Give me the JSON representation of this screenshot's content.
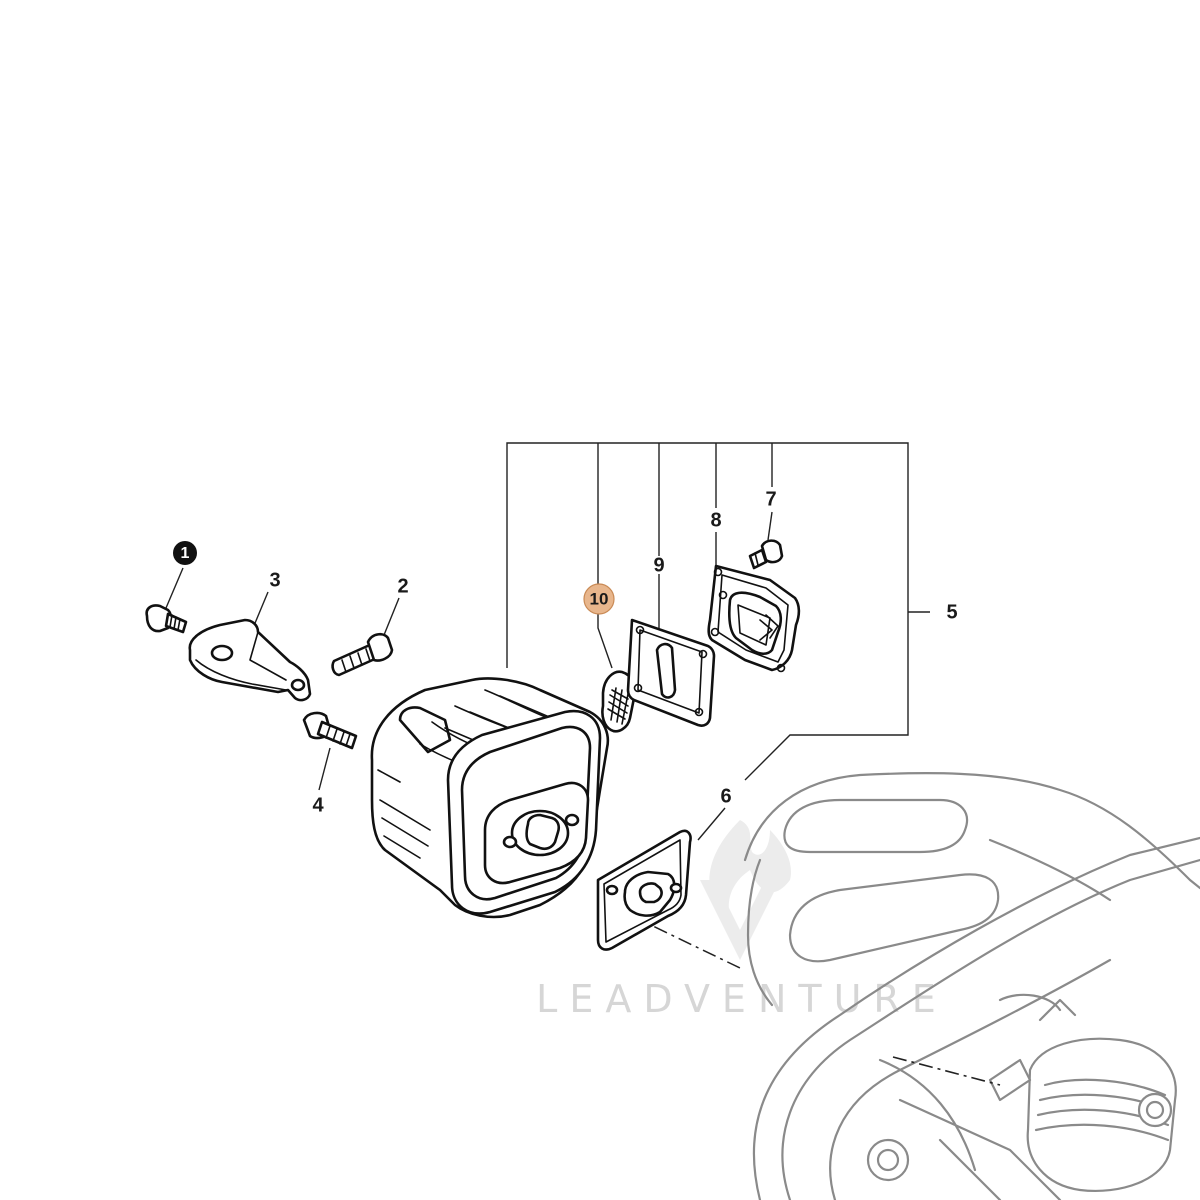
{
  "callouts": {
    "c1": "1",
    "c2": "2",
    "c3": "3",
    "c4": "4",
    "c5": "5",
    "c6": "6",
    "c7": "7",
    "c8": "8",
    "c9": "9",
    "c10": "10"
  },
  "highlight_color": "#e8b68c",
  "watermark": "LEADVENTURE"
}
